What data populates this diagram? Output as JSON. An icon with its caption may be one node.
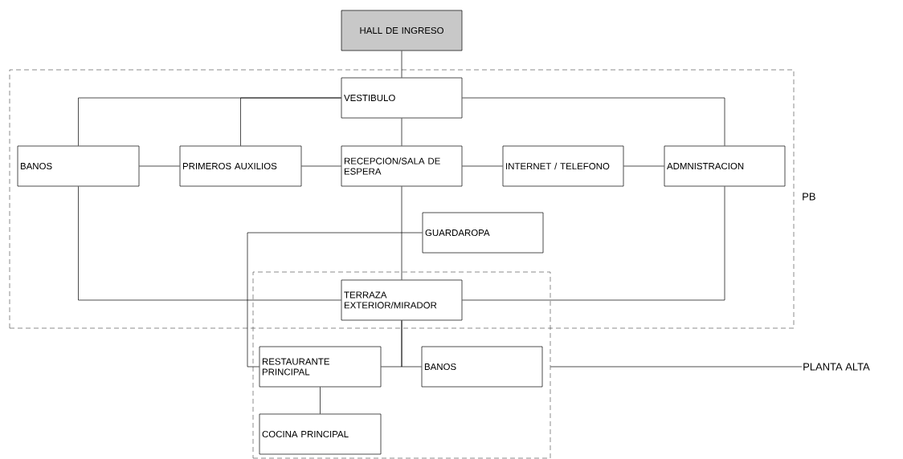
{
  "diagram": {
    "nodes": [
      {
        "text": [
          "HALL DE INGRESO"
        ]
      },
      {
        "text": [
          "PB"
        ]
      },
      {
        "text": [
          "VESTIBULO"
        ],
        "in": 1
      },
      {
        "text": [
          "BANOS"
        ],
        "in": 1
      },
      {
        "text": [
          "PRIMEROS AUXILIOS"
        ],
        "in": 1
      },
      {
        "text": [
          "RECEPCION/SALA DE ESPERA"
        ],
        "in": 1
      },
      {
        "text": [
          "INTERNET / TELEFONO"
        ],
        "in": 1
      },
      {
        "text": [
          "ADMNISTRACION"
        ],
        "in": 1
      },
      {
        "text": [
          "GUARDAROPA"
        ],
        "in": 1
      },
      {
        "text": [],
        "shape": "box"
      },
      {
        "text": [
          "TERRAZA EXTERIOR/MIRADOR"
        ]
      },
      {
        "text": [
          "RESTAURANTE PRINCIPAL"
        ],
        "in": 9
      },
      {
        "text": [
          "BANOS"
        ],
        "in": 9
      },
      {
        "text": [
          "COCINA PRINCIPAL"
        ],
        "in": 9
      },
      {
        "text": [
          "PLANTA ALTA"
        ]
      }
    ],
    "edges": [
      {
        "from": 0,
        "to": 2,
        "arrow": "none"
      },
      {
        "from": 2,
        "to": 3,
        "arrow": "none"
      },
      {
        "from": 2,
        "to": 4,
        "arrow": "none"
      },
      {
        "from": 2,
        "to": 7,
        "arrow": "none"
      },
      {
        "from": 2,
        "to": 5,
        "arrow": "none"
      },
      {
        "from": 3,
        "to": 4,
        "arrow": "none"
      },
      {
        "from": 4,
        "to": 5,
        "arrow": "none"
      },
      {
        "from": 5,
        "to": 6,
        "arrow": "none"
      },
      {
        "from": 6,
        "to": 7,
        "arrow": "none"
      },
      {
        "from": 5,
        "to": 10,
        "arrow": "none"
      },
      {
        "from": 8,
        "to": 11,
        "arrow": "none"
      },
      {
        "from": 3,
        "to": 10,
        "arrow": "none"
      },
      {
        "from": 7,
        "to": 10,
        "arrow": "none"
      },
      {
        "from": 10,
        "to": 11,
        "arrow": "none"
      },
      {
        "from": 10,
        "to": 12,
        "arrow": "none"
      },
      {
        "from": 11,
        "to": 13,
        "arrow": "none"
      },
      {
        "from": 14,
        "to": 9,
        "arrow": "none"
      }
    ]
  }
}
